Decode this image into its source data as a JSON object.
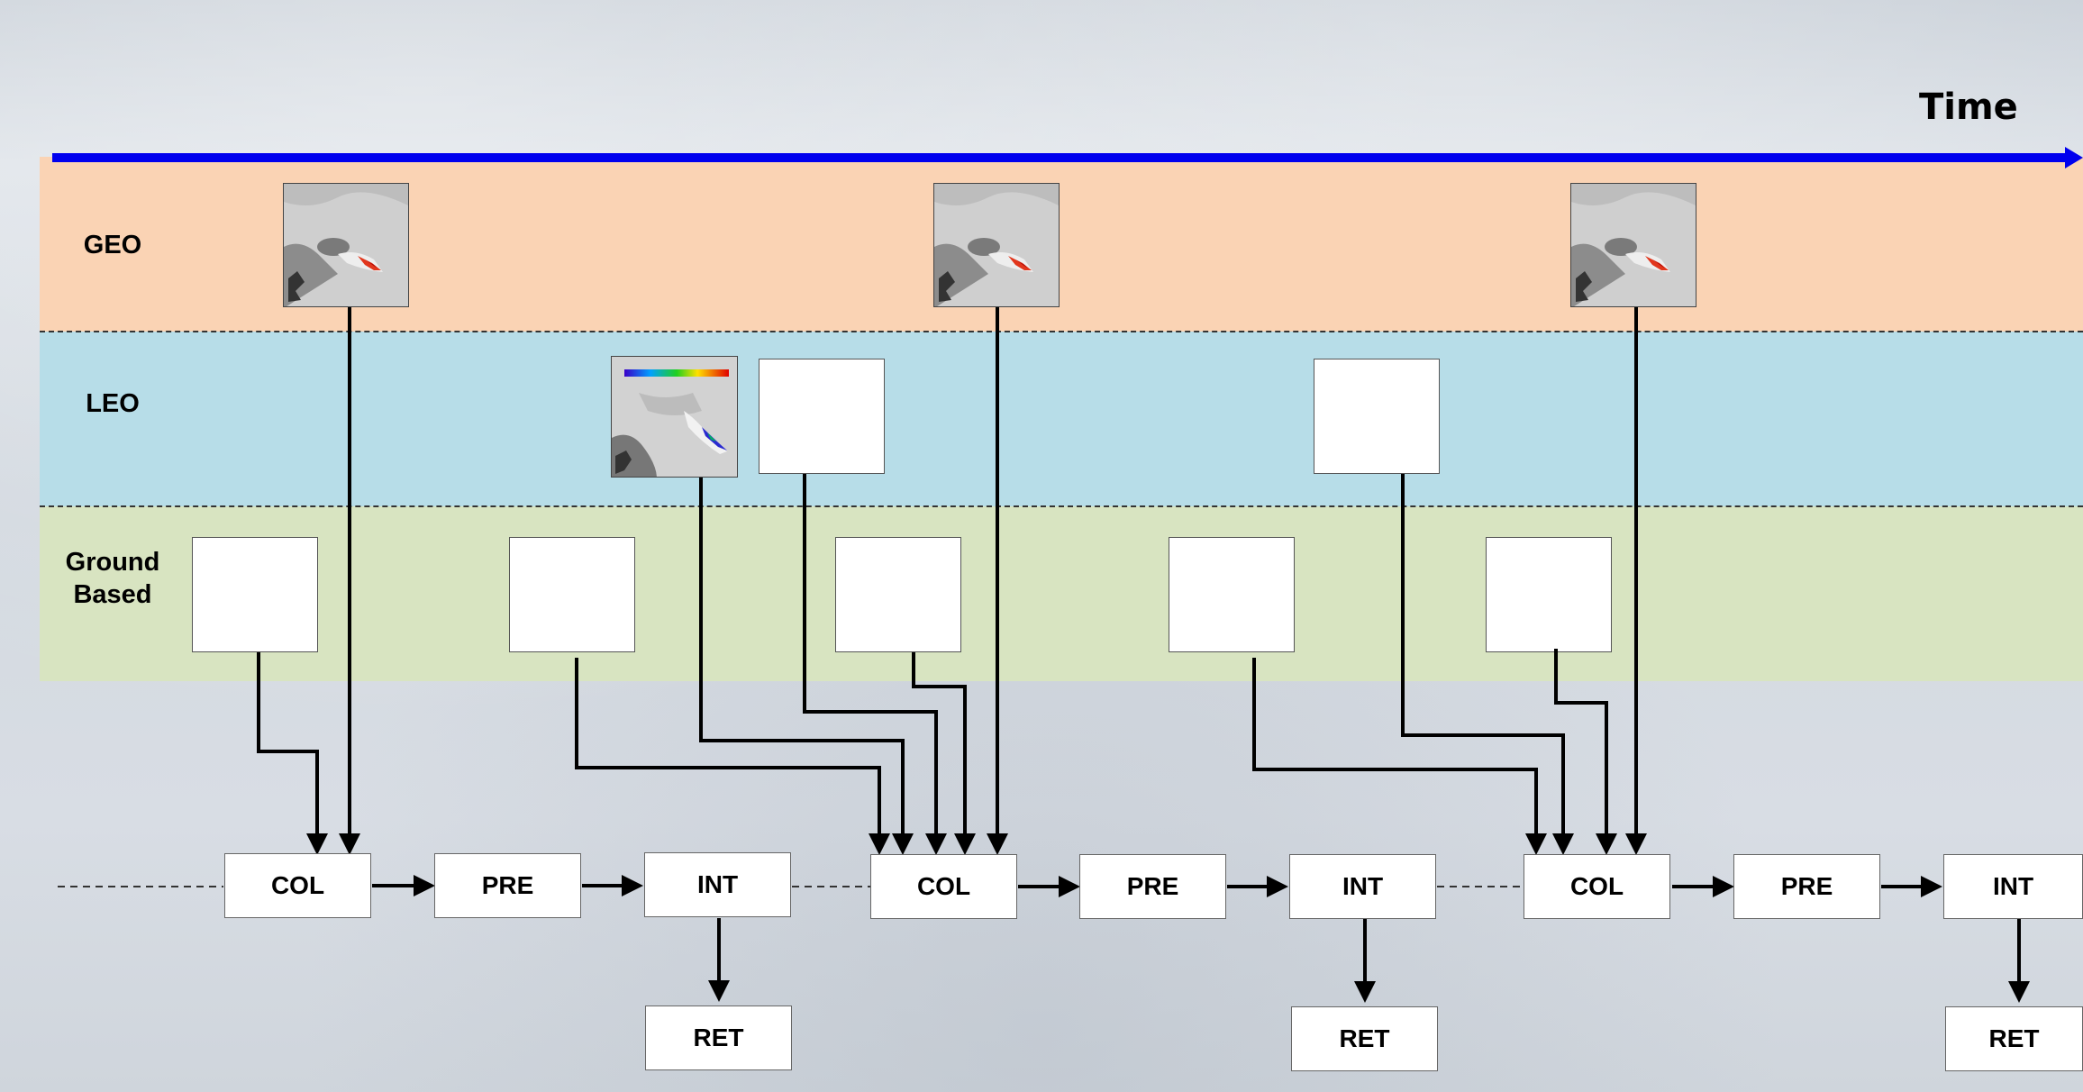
{
  "time_label": "Time",
  "bands": {
    "geo": "GEO",
    "leo": "LEO",
    "ground_line1": "Ground",
    "ground_line2": "Based"
  },
  "stages": {
    "col": "COL",
    "pre": "PRE",
    "int": "INT",
    "ret": "RET"
  },
  "colors": {
    "time_axis": "#0000ee",
    "geo_band": "#fad3b4",
    "leo_band": "#b7dde8",
    "ground_band": "#d8e4c1"
  }
}
